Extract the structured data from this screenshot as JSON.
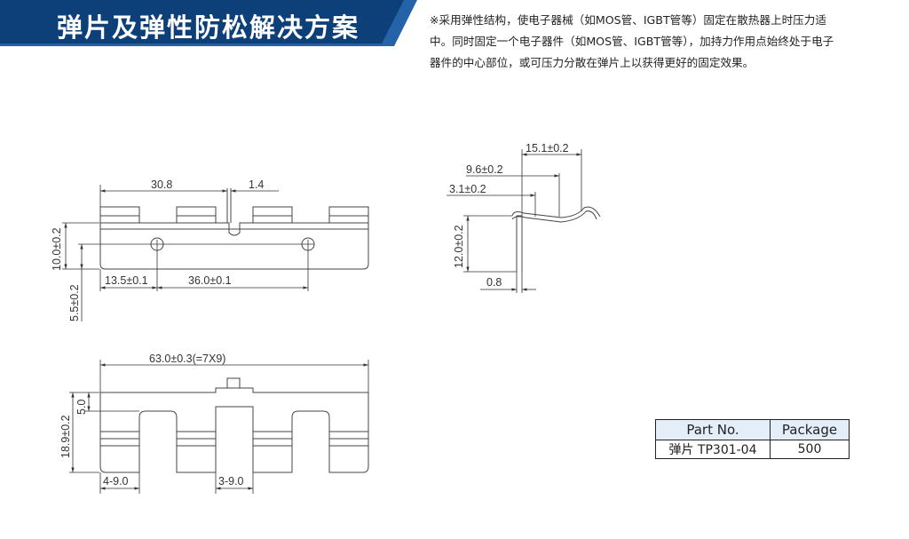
{
  "header": {
    "title": "弹片及弹性防松解决方案",
    "colors": {
      "navy": "#0d3f78",
      "blue": "#2563a9"
    }
  },
  "description": {
    "line1": "※采用弹性结构，使电子器械（如MOS管、IGBT管等）固定在散热器上时压力适",
    "line2": "中。同时固定一个电子器件（如MOS管、IGBT管等），加持力作用点始终处于电子",
    "line3": "器件的中心部位，或可压力分散在弹片上以获得更好的固定效果。"
  },
  "drawing": {
    "front": {
      "d_30_8": "30.8",
      "d_1_4": "1.4",
      "d_10_0": "10.0±0.2",
      "d_5_5": "5.5±0.2",
      "d_13_5": "13.5±0.1",
      "d_36_0": "36.0±0.1"
    },
    "side": {
      "d_15_1": "15.1±0.2",
      "d_9_6": "9.6±0.2",
      "d_3_1": "3.1±0.2",
      "d_12_0": "12.0±0.2",
      "d_0_8": "0.8"
    },
    "top": {
      "d_63_0": "63.0±0.3(=7X9)",
      "d_5_0": "5.0",
      "d_18_9": "18.9±0.2",
      "d_4_9": "4-9.0",
      "d_3_9": "3-9.0"
    }
  },
  "table": {
    "headers": [
      "Part No.",
      "Package"
    ],
    "row": {
      "part": "弹片  TP301-04",
      "package": "500"
    }
  }
}
